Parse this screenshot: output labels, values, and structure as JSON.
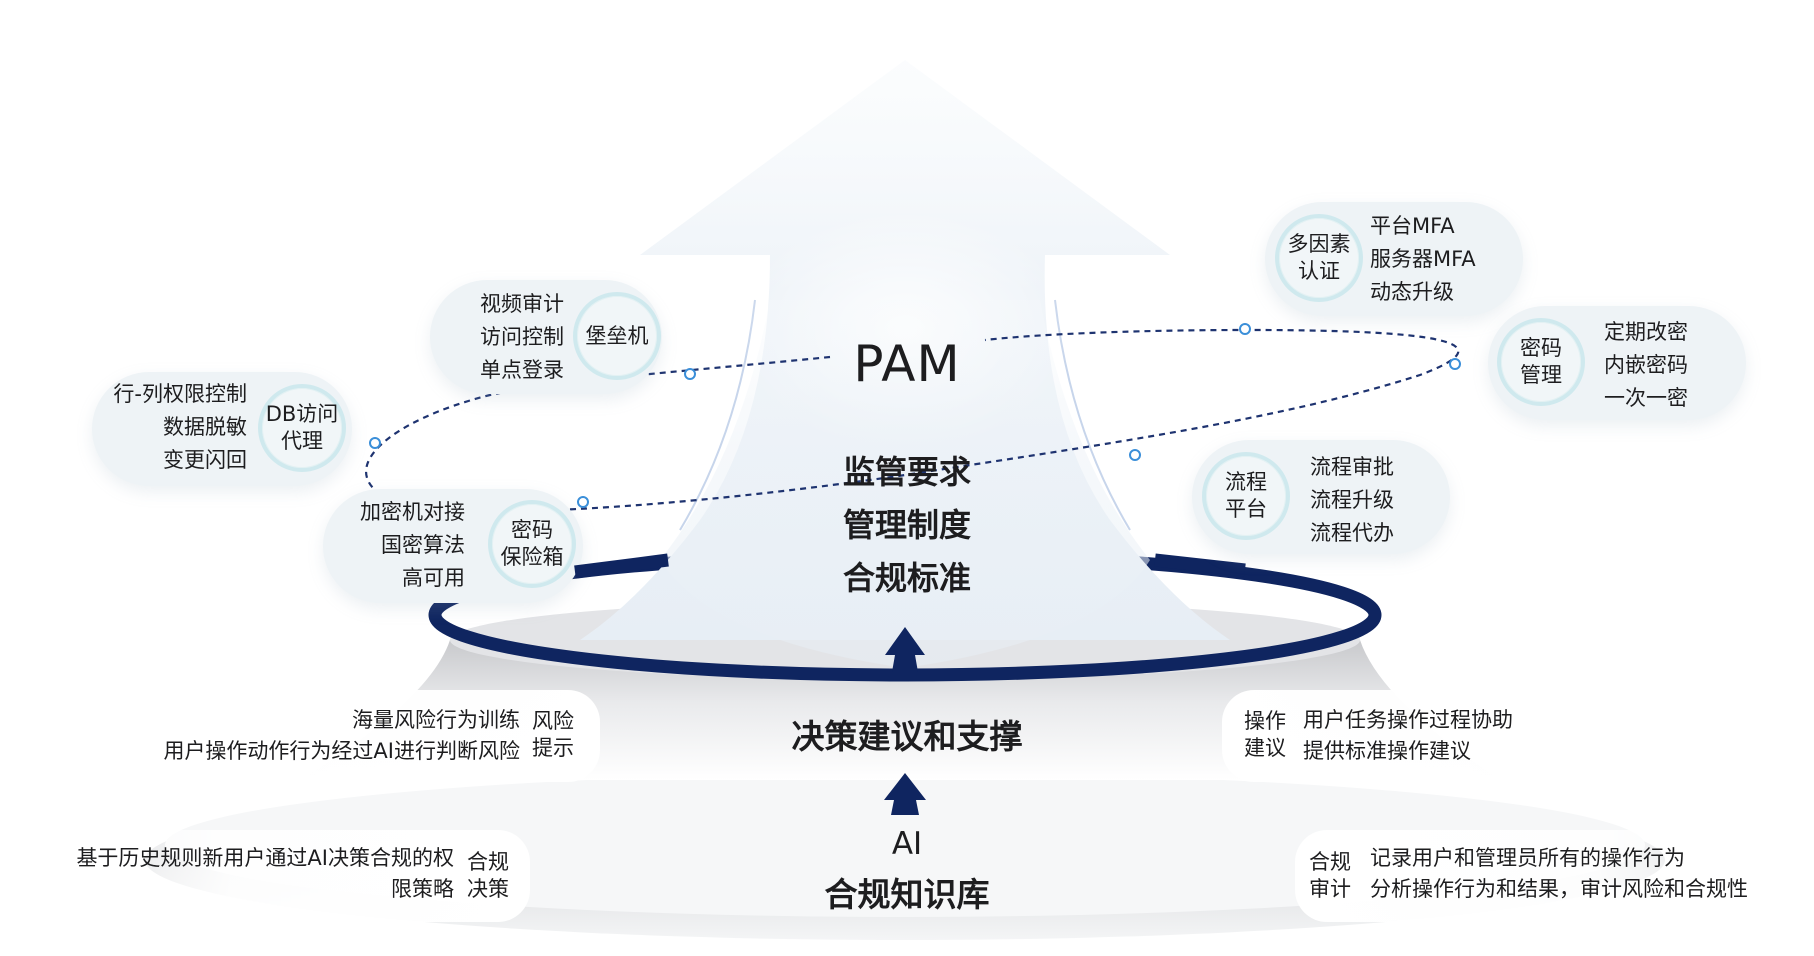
{
  "center": {
    "title": "PAM",
    "requirements": [
      "监管要求",
      "管理制度",
      "合规标准"
    ],
    "decision": "决策建议和支撑",
    "ai_line1": "AI",
    "ai_line2": "合规知识库"
  },
  "modules": {
    "bastion": {
      "label": "堡垒机",
      "items": [
        "视频审计",
        "访问控制",
        "单点登录"
      ]
    },
    "db_proxy": {
      "label_line1": "DB访问",
      "label_line2": "代理",
      "items": [
        "行-列权限控制",
        "数据脱敏",
        "变更闪回"
      ]
    },
    "vault": {
      "label_line1": "密码",
      "label_line2": "保险箱",
      "items": [
        "加密机对接",
        "国密算法",
        "高可用"
      ]
    },
    "mfa": {
      "label_line1": "多因素",
      "label_line2": "认证",
      "items": [
        "平台MFA",
        "服务器MFA",
        "动态升级"
      ]
    },
    "password": {
      "label_line1": "密码",
      "label_line2": "管理",
      "items": [
        "定期改密",
        "内嵌密码",
        "一次一密"
      ]
    },
    "workflow": {
      "label_line1": "流程",
      "label_line2": "平台",
      "items": [
        "流程审批",
        "流程升级",
        "流程代办"
      ]
    }
  },
  "ai_panels": {
    "risk": {
      "label_line1": "风险",
      "label_line2": "提示",
      "items": [
        "海量风险行为训练",
        "用户操作动作行为经过AI进行判断风险"
      ]
    },
    "operation": {
      "label_line1": "操作",
      "label_line2": "建议",
      "items": [
        "用户任务操作过程协助",
        "提供标准操作建议"
      ]
    },
    "decision": {
      "label_line1": "合规",
      "label_line2": "决策",
      "items": [
        "基于历史规则新用户通过AI决策合规的权",
        "限策略"
      ]
    },
    "audit": {
      "label_line1": "合规",
      "label_line2": "审计",
      "items": [
        "记录用户和管理员所有的操作行为",
        "分析操作行为和结果，审计风险和合规性"
      ]
    }
  },
  "colors": {
    "navy": "#0f2560",
    "dotted": "#1e3370",
    "accent_dot": "#3b8fd9",
    "circle_border": "#cfe9ee",
    "pill_bg": "#eef3f6"
  }
}
